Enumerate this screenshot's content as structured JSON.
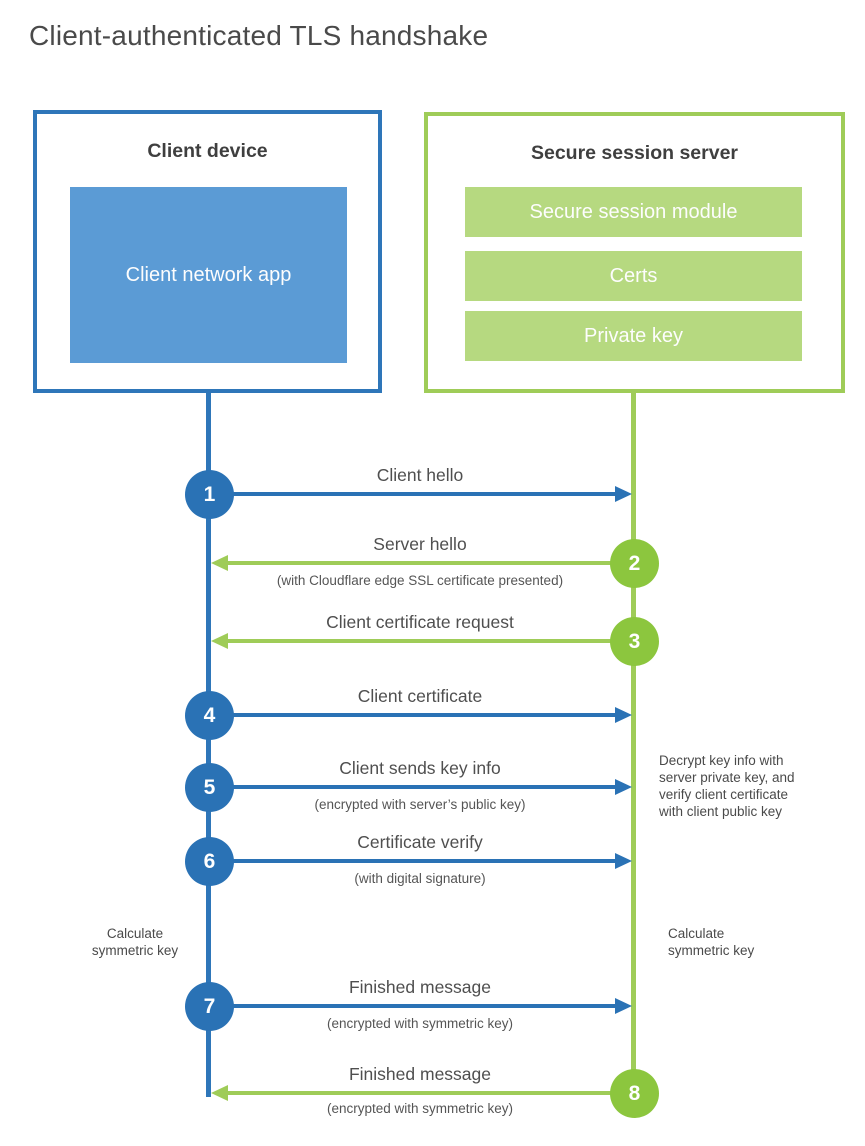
{
  "title": "Client-authenticated TLS handshake",
  "colors": {
    "blue": "#2a72b5",
    "blue_light": "#5b9bd5",
    "green": "#8cc63e",
    "green_light": "#b6d980",
    "label_text": "#4f4f4f"
  },
  "client": {
    "title": "Client device",
    "app_label": "Client network app"
  },
  "server": {
    "title": "Secure session server",
    "modules": [
      "Secure session module",
      "Certs",
      "Private key"
    ]
  },
  "steps": [
    {
      "num": "1",
      "from": "client",
      "direction": "right",
      "label": "Client hello",
      "sub": ""
    },
    {
      "num": "2",
      "from": "server",
      "direction": "left",
      "label": "Server hello",
      "sub": "(with Cloudflare edge SSL certificate presented)"
    },
    {
      "num": "3",
      "from": "server",
      "direction": "left",
      "label": "Client certificate request",
      "sub": ""
    },
    {
      "num": "4",
      "from": "client",
      "direction": "right",
      "label": "Client certificate",
      "sub": ""
    },
    {
      "num": "5",
      "from": "client",
      "direction": "right",
      "label": "Client sends key info",
      "sub": "(encrypted with server’s public key)"
    },
    {
      "num": "6",
      "from": "client",
      "direction": "right",
      "label": "Certificate verify",
      "sub": "(with digital signature)"
    },
    {
      "num": "7",
      "from": "client",
      "direction": "right",
      "label": "Finished message",
      "sub": "(encrypted with symmetric key)"
    },
    {
      "num": "8",
      "from": "server",
      "direction": "left",
      "label": "Finished message",
      "sub": "(encrypted with symmetric key)"
    }
  ],
  "annotations": {
    "left_calculate": "Calculate\nsymmetric key",
    "right_calculate": "Calculate\nsymmetric key",
    "decrypt_note": "Decrypt key info with\nserver private key, and\nverify client certificate\nwith client public key"
  }
}
